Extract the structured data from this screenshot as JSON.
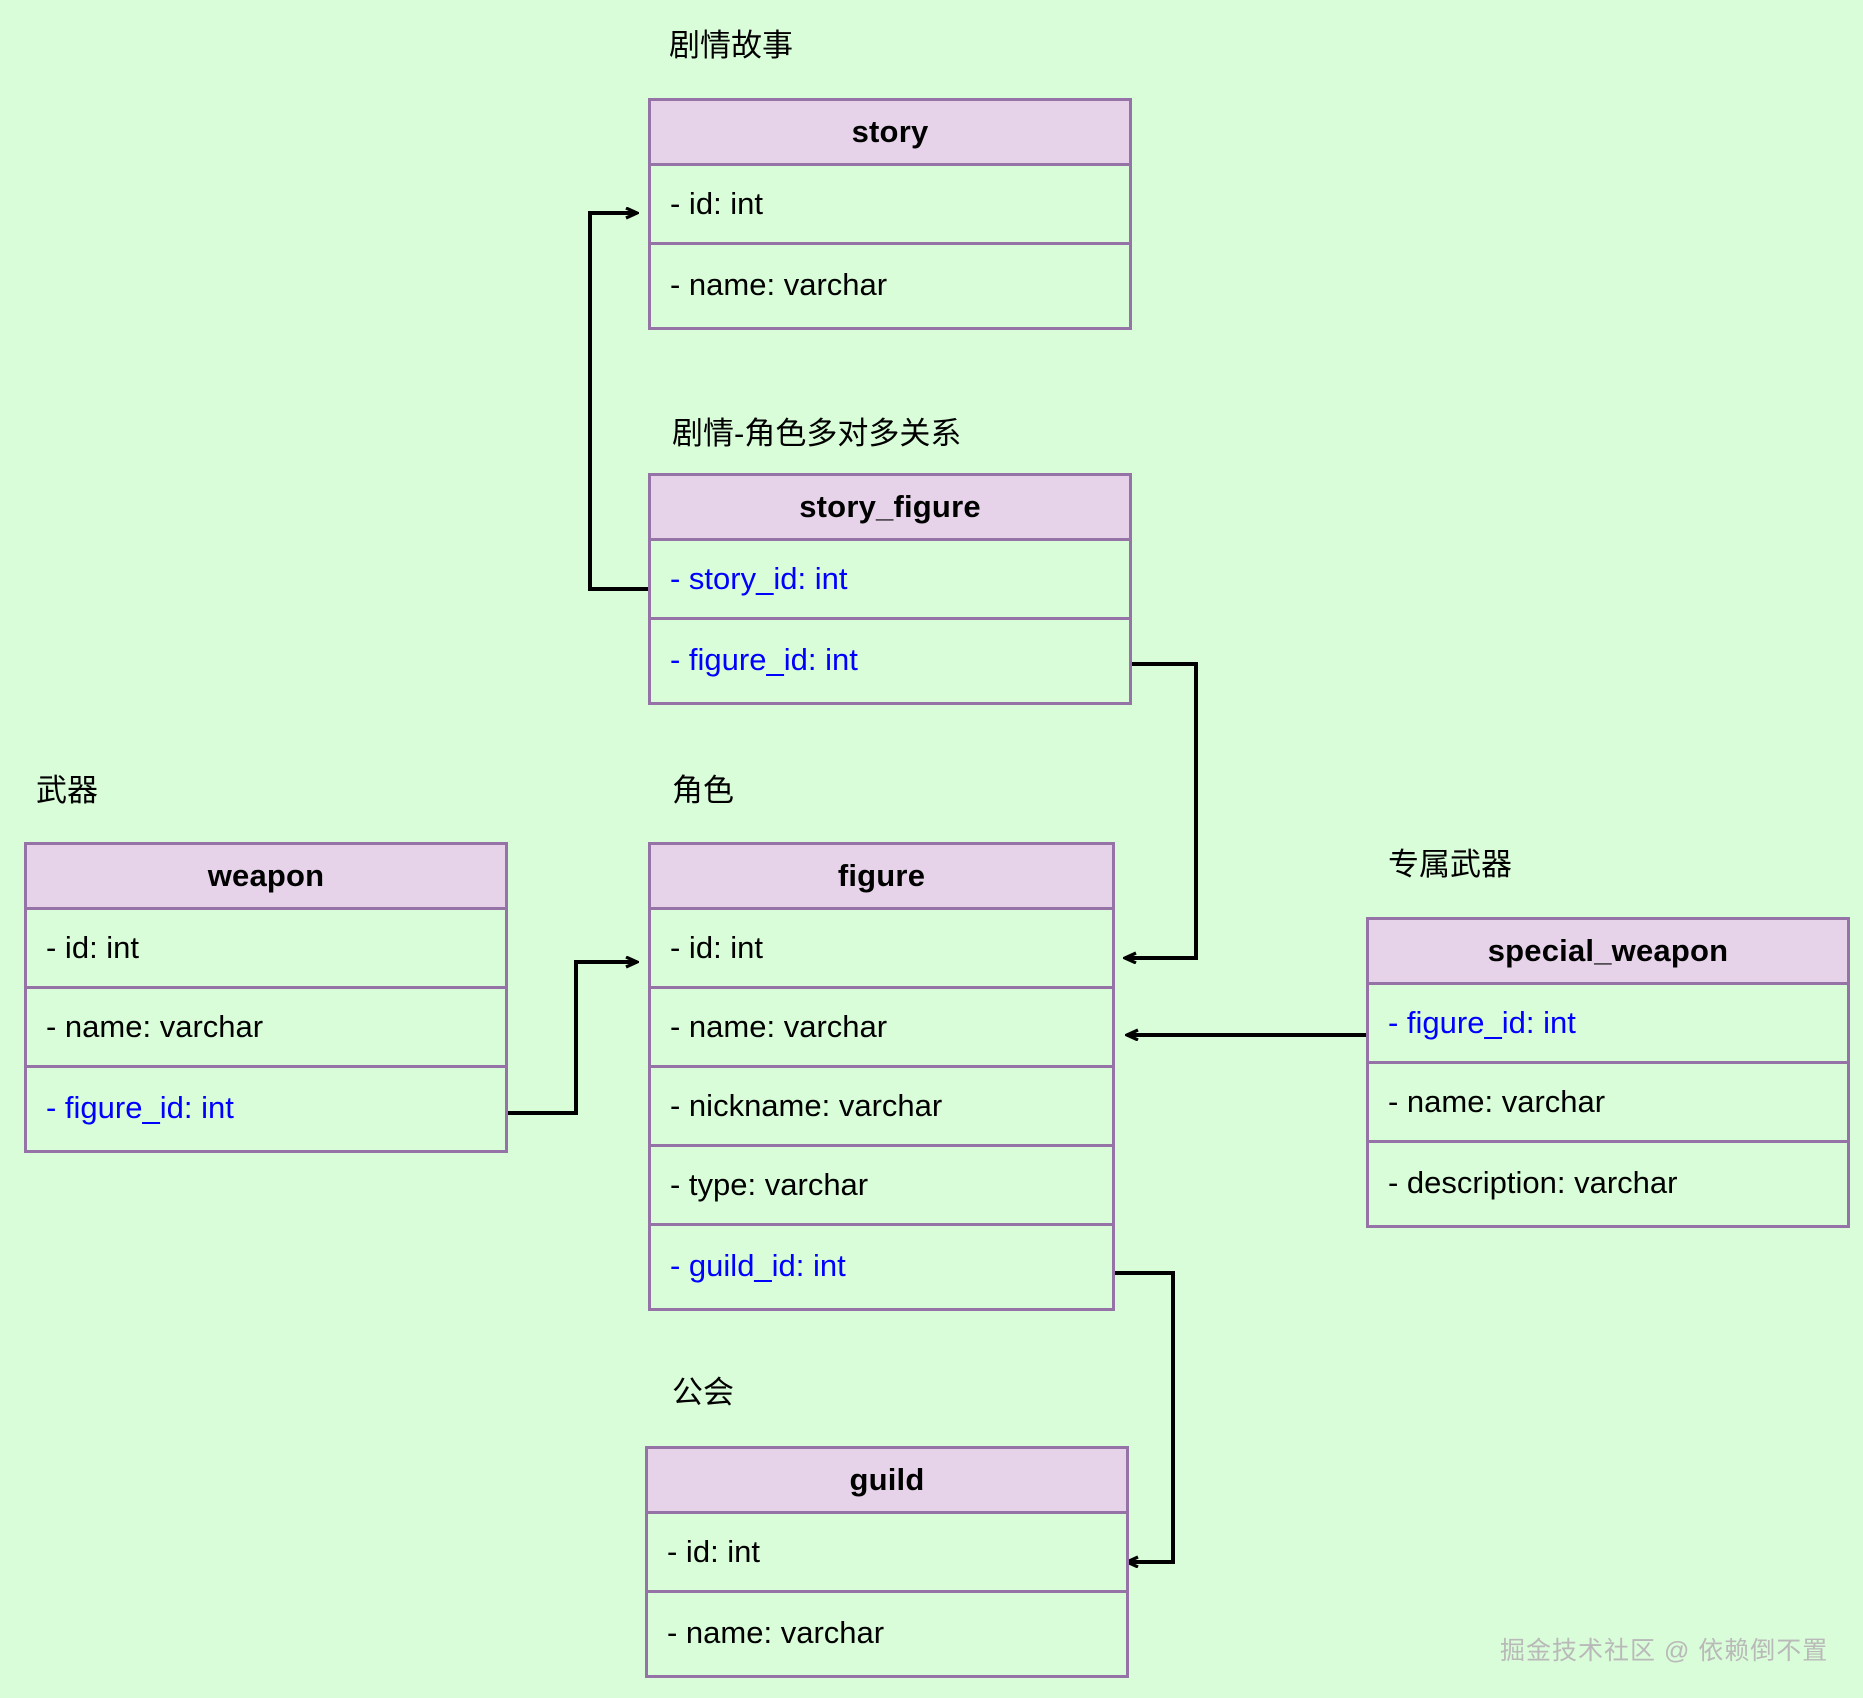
{
  "diagram": {
    "title_colors": {
      "background": "#d9fdd8",
      "entity_border": "#9673a6",
      "entity_header_fill": "#e6d3ea",
      "entity_body_fill": "#d9fdd8",
      "foreign_key_text": "#0000ff",
      "normal_text": "#000000",
      "connector": "#000000"
    },
    "entities": [
      {
        "id": "story",
        "caption": "剧情故事",
        "name": "story",
        "fields": [
          {
            "label": "- id: int",
            "fk": false
          },
          {
            "label": "- name: varchar",
            "fk": false
          }
        ]
      },
      {
        "id": "story_figure",
        "caption": "剧情-角色多对多关系",
        "name": "story_figure",
        "fields": [
          {
            "label": "- story_id: int",
            "fk": true
          },
          {
            "label": "- figure_id: int",
            "fk": true
          }
        ]
      },
      {
        "id": "weapon",
        "caption": "武器",
        "name": "weapon",
        "fields": [
          {
            "label": "- id: int",
            "fk": false
          },
          {
            "label": "- name: varchar",
            "fk": false
          },
          {
            "label": "- figure_id: int",
            "fk": true
          }
        ]
      },
      {
        "id": "figure",
        "caption": "角色",
        "name": "figure",
        "fields": [
          {
            "label": "- id: int",
            "fk": false
          },
          {
            "label": "- name: varchar",
            "fk": false
          },
          {
            "label": "- nickname: varchar",
            "fk": false
          },
          {
            "label": "- type: varchar",
            "fk": false
          },
          {
            "label": "- guild_id: int",
            "fk": true
          }
        ]
      },
      {
        "id": "special_weapon",
        "caption": "专属武器",
        "name": "special_weapon",
        "fields": [
          {
            "label": "- figure_id: int",
            "fk": true
          },
          {
            "label": "- name: varchar",
            "fk": false
          },
          {
            "label": "- description: varchar",
            "fk": false
          }
        ]
      },
      {
        "id": "guild",
        "caption": "公会",
        "name": "guild",
        "fields": [
          {
            "label": "- id: int",
            "fk": false
          },
          {
            "label": "- name: varchar",
            "fk": false
          }
        ]
      }
    ],
    "relations": [
      {
        "from": "story_figure.story_id",
        "to": "story.id"
      },
      {
        "from": "story_figure.figure_id",
        "to": "figure.id"
      },
      {
        "from": "weapon.figure_id",
        "to": "figure.id"
      },
      {
        "from": "special_weapon.figure_id",
        "to": "figure.name"
      },
      {
        "from": "figure.guild_id",
        "to": "guild.id"
      }
    ]
  },
  "watermark": {
    "text": "掘金技术社区 @ 依赖倒不置"
  }
}
